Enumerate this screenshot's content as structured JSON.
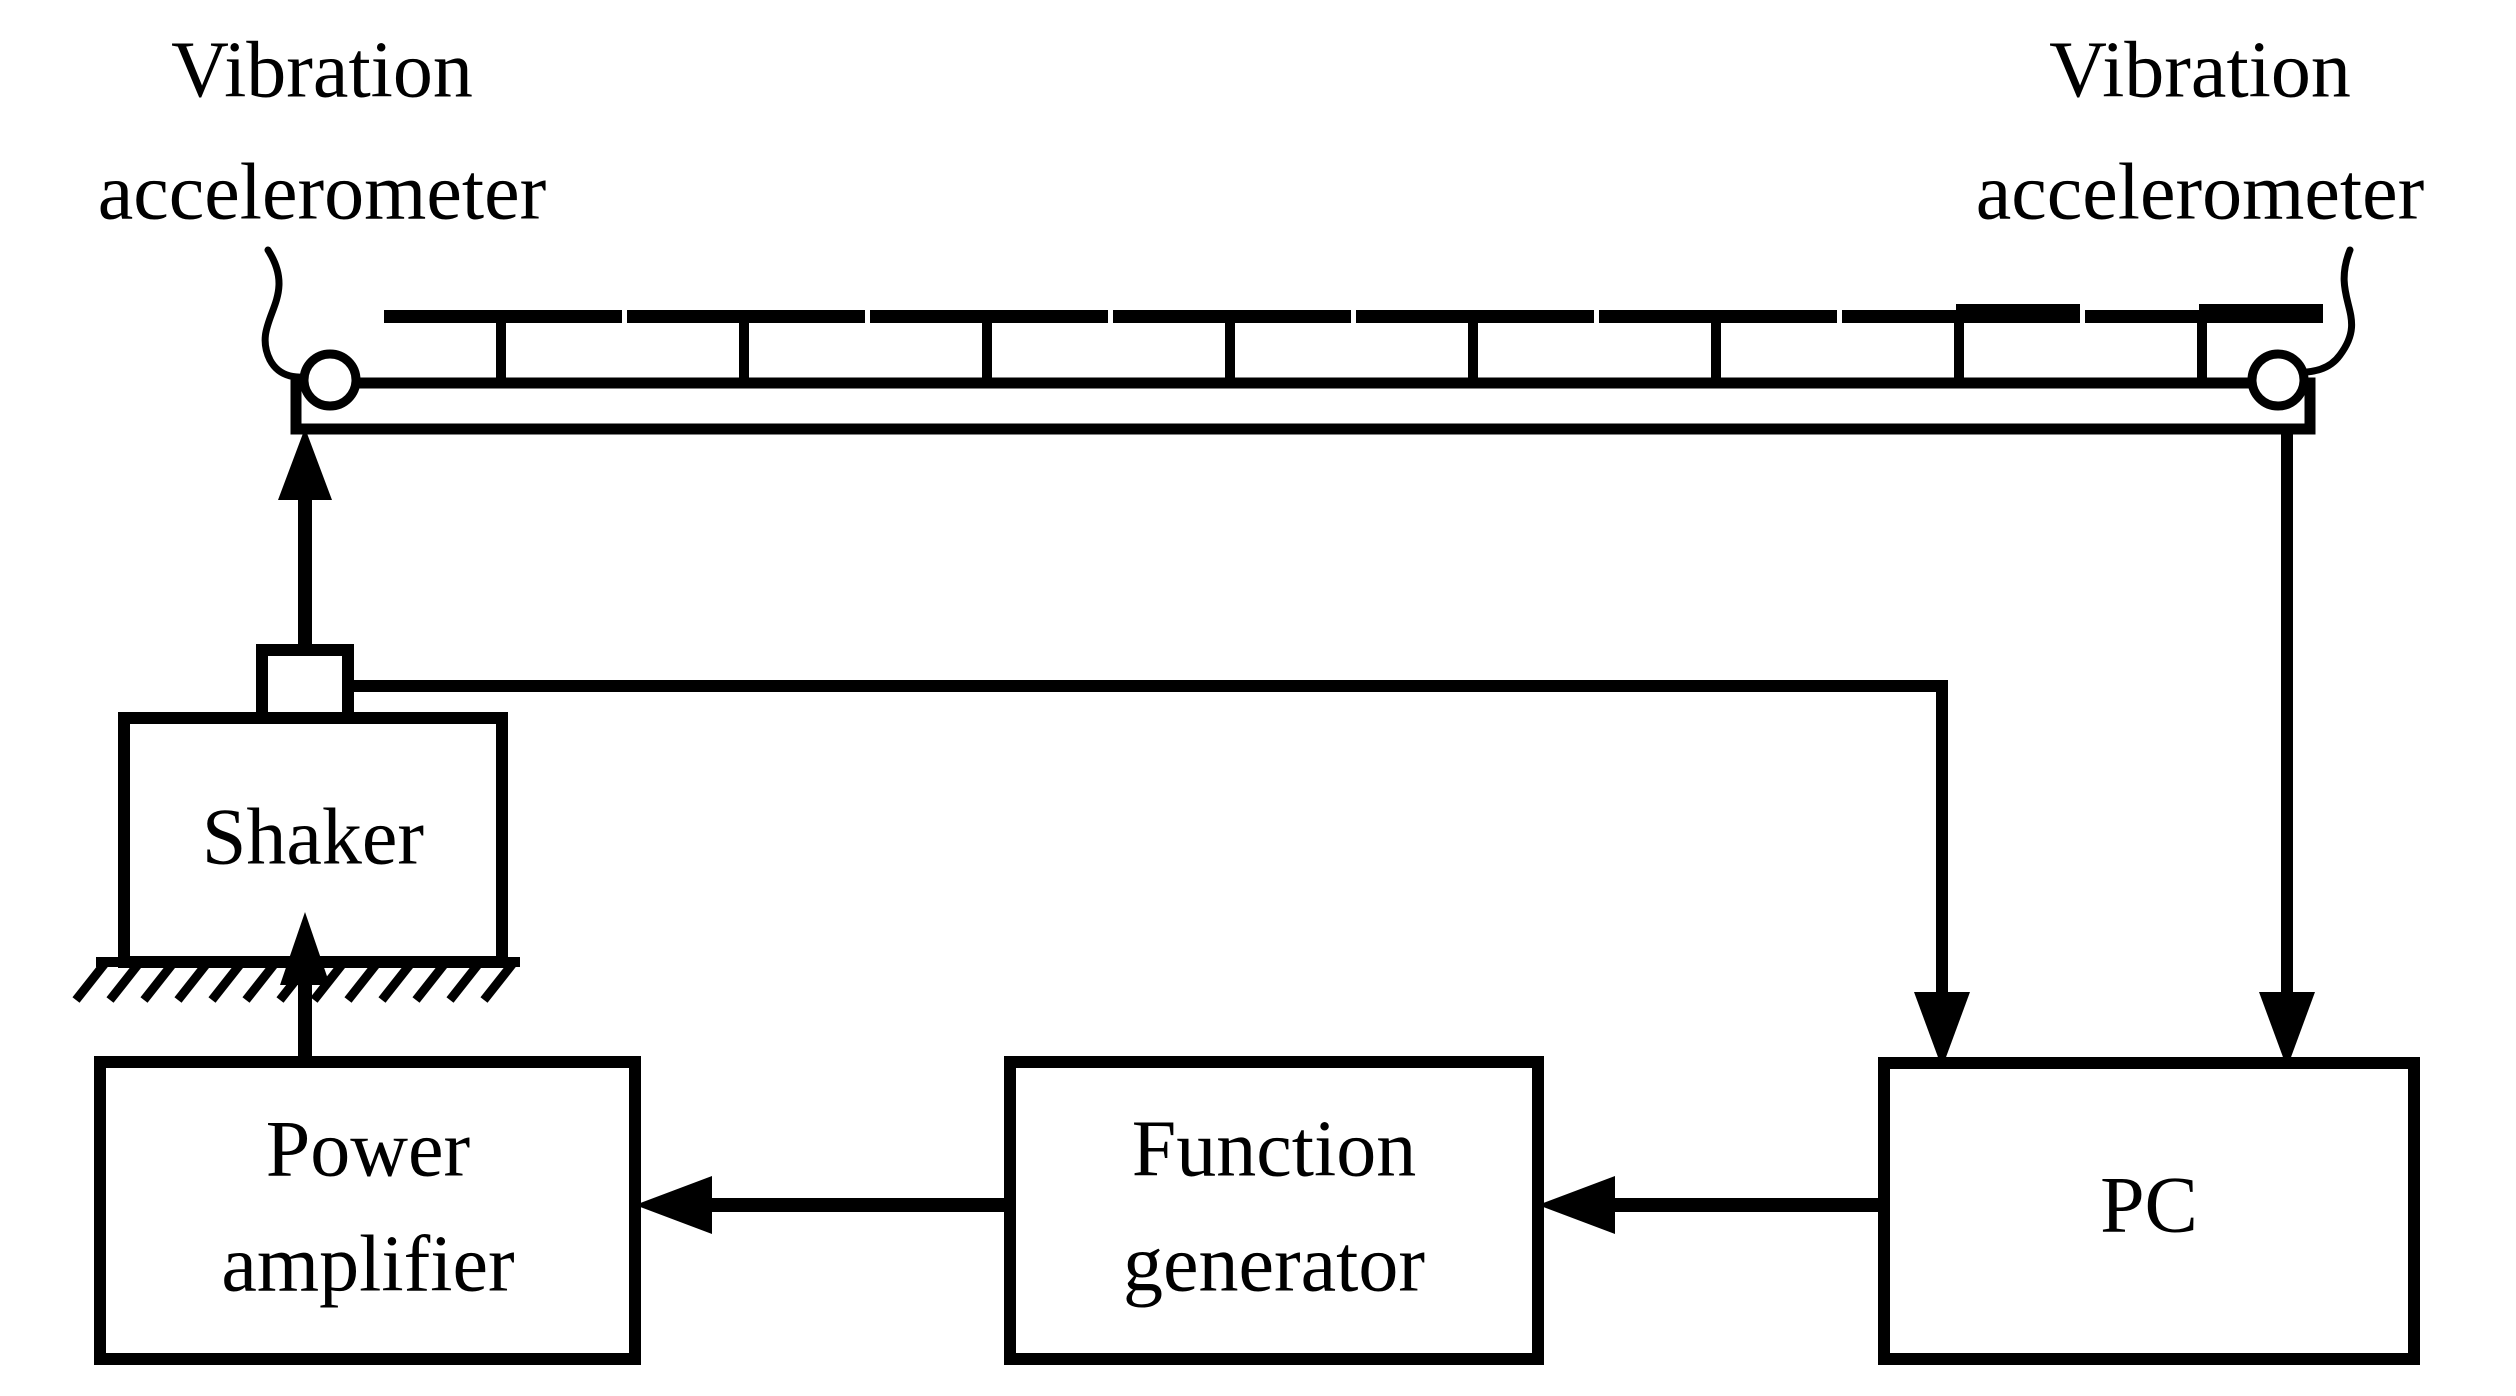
{
  "figure": {
    "type": "schematic-block-diagram",
    "subject": "Vibration test experimental setup",
    "background_color": "#ffffff",
    "line_color": "#000000"
  },
  "annotations": {
    "left_sensor": {
      "line1": "Vibration",
      "line2": "accelerometer"
    },
    "right_sensor": {
      "line1": "Vibration",
      "line2": "accelerometer"
    }
  },
  "blocks": {
    "shaker": {
      "label": "Shaker"
    },
    "power_amplifier": {
      "line1": "Power",
      "line2": "amplifier"
    },
    "function_generator": {
      "line1": "Function",
      "line2": "generator"
    },
    "pc": {
      "label": "PC"
    }
  },
  "structure": {
    "beam": {
      "name": "stiffened-plate-beam",
      "stiffener_count": 8
    },
    "ground": {
      "name": "fixed-ground-hatching",
      "tick_count": 13
    }
  },
  "signal_flow": [
    {
      "from": "pc",
      "to": "function_generator",
      "direction": "left"
    },
    {
      "from": "function_generator",
      "to": "power_amplifier",
      "direction": "left"
    },
    {
      "from": "power_amplifier",
      "to": "shaker",
      "direction": "up"
    },
    {
      "from": "shaker",
      "to": "beam",
      "direction": "up"
    },
    {
      "from": "force_sensor",
      "to": "pc",
      "direction": "down"
    },
    {
      "from": "right_accelerometer",
      "to": "pc",
      "direction": "down"
    }
  ]
}
